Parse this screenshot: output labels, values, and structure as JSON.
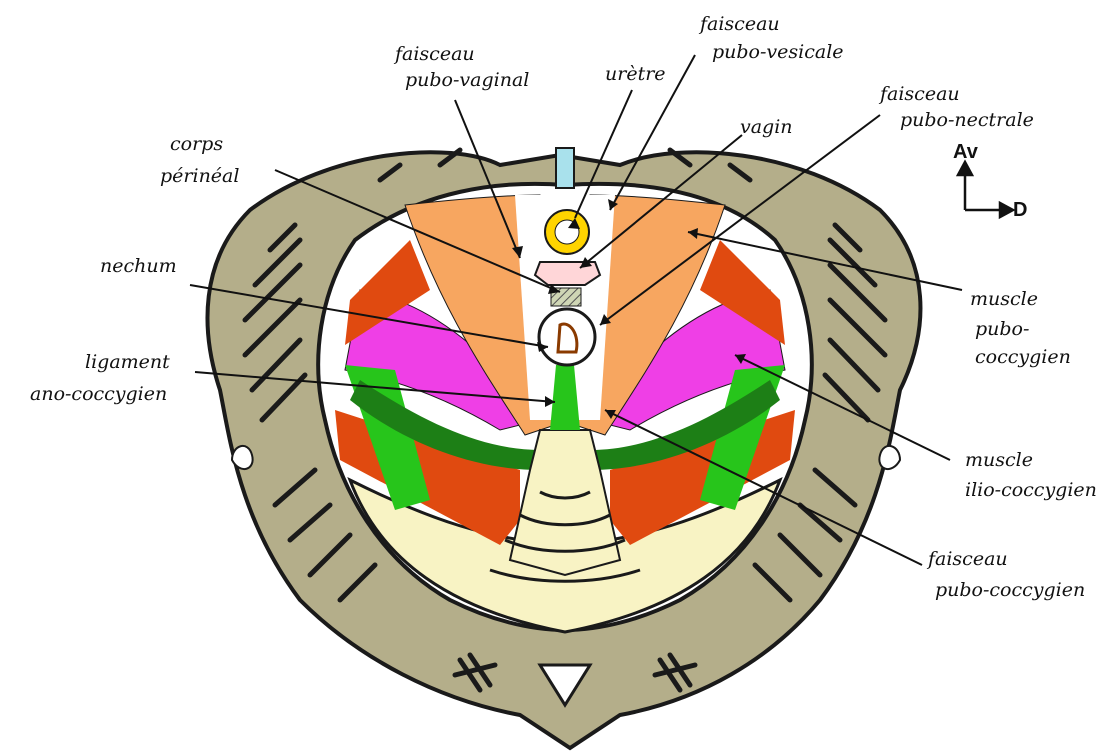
{
  "colors": {
    "bone": "#b4ae8a",
    "bone_outline": "#1a1a1a",
    "inner_cream": "#f8f3c4",
    "pubo_coccygien": "#f7a660",
    "ilio_coccygien": "#ef3fe6",
    "orange_red": "#e04a10",
    "green": "#27c51b",
    "dark_green": "#1d7f16",
    "urethra": "#ffd400",
    "vagin": "#ffd6d8",
    "uretre_bar": "#a9e1ec"
  },
  "orientation": {
    "up_label": "Av",
    "right_label": "D"
  },
  "labels": {
    "faisceau_pubo_vaginal": [
      "faisceau",
      "pubo-vaginal"
    ],
    "uretre": [
      "urètre"
    ],
    "faisceau_pubo_vesicale": [
      "faisceau",
      "pubo-vesicale"
    ],
    "vagin": [
      "vagin"
    ],
    "faisceau_pubo_rectale": [
      "faisceau",
      "pubo-nectrale"
    ],
    "corps_perineal": [
      "corps",
      "périnéal"
    ],
    "rectum": [
      "nechum"
    ],
    "ligament_ano_coccygien": [
      "ligament",
      "ano-coccygien"
    ],
    "muscle_pubo_coccygien": [
      "muscle",
      "pubo-",
      "coccygien"
    ],
    "muscle_ilio_coccygien": [
      "muscle",
      "ilio-coccygien"
    ],
    "faisceau_pubo_coccygien": [
      "faisceau",
      "pubo-coccygien"
    ]
  },
  "icons": [
    "orientation-arrows-icon"
  ]
}
